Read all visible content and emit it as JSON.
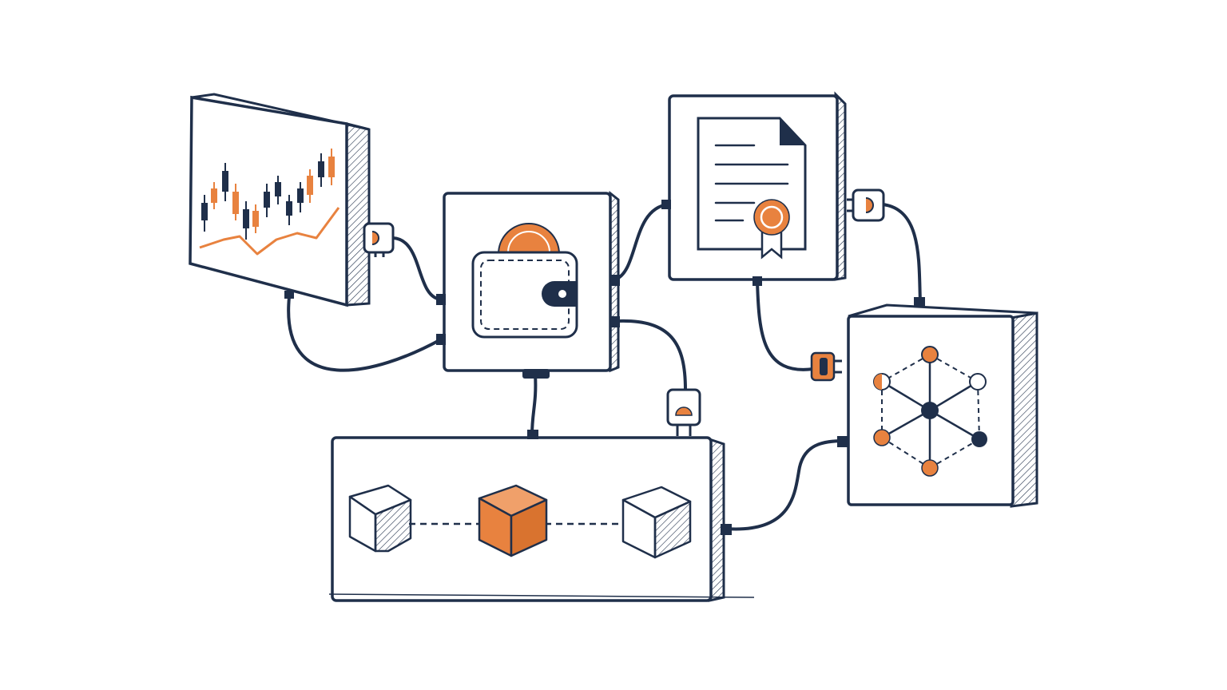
{
  "palette": {
    "ink": "#1f2f4a",
    "accent": "#e8823f",
    "paper": "#ffffff",
    "shade": "#c9ced8"
  },
  "modules": [
    {
      "id": "market-chart",
      "icon": "candlestick-chart-icon"
    },
    {
      "id": "wallet",
      "icon": "wallet-coin-icon"
    },
    {
      "id": "certificate",
      "icon": "document-certificate-icon"
    },
    {
      "id": "network",
      "icon": "network-graph-icon"
    },
    {
      "id": "blockchain",
      "icon": "chained-blocks-icon"
    }
  ],
  "connections": [
    {
      "from": "market-chart",
      "to": "wallet"
    },
    {
      "from": "market-chart",
      "to": "wallet"
    },
    {
      "from": "wallet",
      "to": "certificate"
    },
    {
      "from": "wallet",
      "to": "blockchain"
    },
    {
      "from": "wallet",
      "to": "blockchain"
    },
    {
      "from": "certificate",
      "to": "network"
    },
    {
      "from": "certificate",
      "to": "network"
    },
    {
      "from": "blockchain",
      "to": "network"
    }
  ]
}
